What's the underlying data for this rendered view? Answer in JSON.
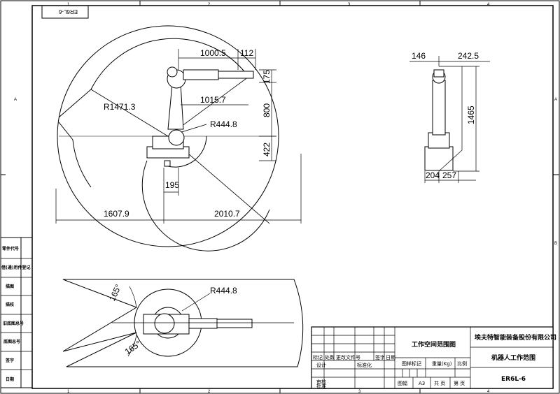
{
  "drawing": {
    "stamp_mirrored": "ER6L-6",
    "zone_columns": [
      "1",
      "2",
      "3",
      "4"
    ],
    "zone_rows": [
      "A",
      "A",
      "B"
    ],
    "side_view": {
      "dims": [
        "1000.5",
        "112",
        "175",
        "1015.7",
        "R1471.3",
        "800",
        "R444.8",
        "422",
        "195",
        "1607.9",
        "2010.7"
      ]
    },
    "rear_view": {
      "dims": [
        "146",
        "242.5",
        "1465",
        "204",
        "257"
      ]
    },
    "top_view": {
      "dims": [
        "R444.8",
        "165°",
        "165°"
      ]
    }
  },
  "left_strip": {
    "labels": [
      "零件代号",
      "借(通)用件登记",
      "描图",
      "描校",
      "旧底图总号",
      "底图总号",
      "签字",
      "日期"
    ]
  },
  "title_block": {
    "drawing_title": "工作空间范围图",
    "company": "埃夫特智能装备股份有限公司",
    "product_title": "机器人工作范围",
    "model": "ER6L-6",
    "row_labels": [
      "标记",
      "处数",
      "更改文件号",
      "签字",
      "日期"
    ],
    "signers": [
      "设计",
      "标准化",
      "审核",
      "批准"
    ],
    "fields": [
      "图样标记",
      "重量(Kg)",
      "比例"
    ],
    "sheet_labels": [
      "图幅",
      "A3",
      "共 页",
      "第 页"
    ]
  }
}
